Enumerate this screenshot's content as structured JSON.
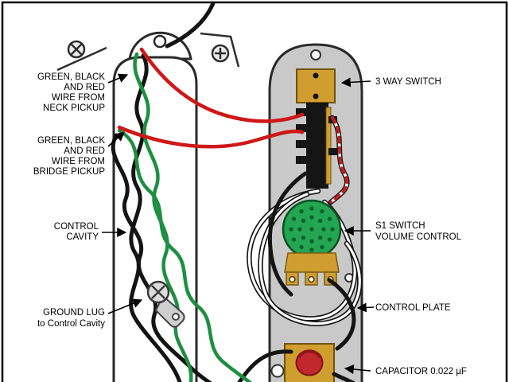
{
  "labels": {
    "neck_wire": [
      "GREEN, BLACK",
      "AND RED",
      "WIRE FROM",
      "NECK PICKUP"
    ],
    "bridge_wire": [
      "GREEN, BLACK",
      "AND RED",
      "WIRE FROM",
      "BRIDGE PICKUP"
    ],
    "control_cavity": [
      "CONTROL",
      "CAVITY"
    ],
    "ground_lug": [
      "GROUND LUG",
      "to Control Cavity"
    ],
    "three_way_switch": "3 WAY SWITCH",
    "s1_switch": [
      "S1 SWITCH",
      "VOLUME CONTROL"
    ],
    "control_plate": "CONTROL PLATE",
    "capacitor": "CAPACITOR 0.022 µF"
  },
  "colors": {
    "wire_red": "#cf1717",
    "wire_green": "#1d8f41",
    "wire_black": "#141414",
    "wire_white": "#ffffff",
    "stripe_red": "#cf1717",
    "plate_gray": "#c9c9c9",
    "switch_gold": "#cf9e2f",
    "pot_green": "#23a551",
    "pot_dot_green": "#0a5e2b",
    "cap_body_gold": "#cf9e2f",
    "cap_disc_red": "#c1272d",
    "outline": "#2a2a2a"
  }
}
